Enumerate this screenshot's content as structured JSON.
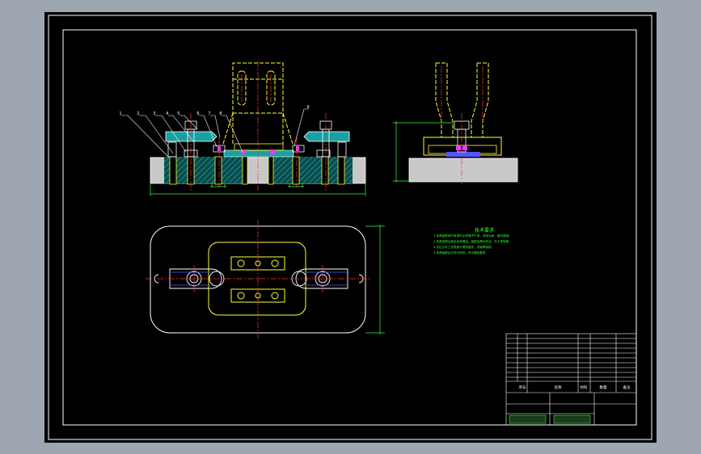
{
  "colors": {
    "frame_bg": "#9ea6b1",
    "sheet": "#000000",
    "border": "#ffffff",
    "part": "#ffff33",
    "center": "#ff3333",
    "dimension": "#33ff33",
    "hatch": "#1aa0a0",
    "body": "#c8c8c8",
    "blue": "#5555ff",
    "magenta": "#ff33ff"
  },
  "icons": {
    "front_view": "fixture-front-section-view",
    "side_view": "fixture-side-view",
    "top_view": "fixture-plan-view",
    "title_block": "title-block-table"
  },
  "balloons": [
    "1",
    "2",
    "3",
    "4",
    "5",
    "6",
    "7",
    "8",
    "9"
  ],
  "tech_requirements": {
    "heading": "技术要求",
    "lines": [
      "1.夹具装配前所有零件必须清洗干净，去除毛刺，棱边倒钝。",
      "2.夹具各配合面应涂润滑油，装配后移动灵活，无卡滞现象。",
      "3.定位元件工作表面不得有碰伤、划痕等缺陷。",
      "4.夹具装配后应进行检验，符合图纸要求。"
    ]
  },
  "title_block": {
    "column_headers": [
      "序号",
      "名称",
      "材料",
      "数量",
      "备注"
    ]
  }
}
